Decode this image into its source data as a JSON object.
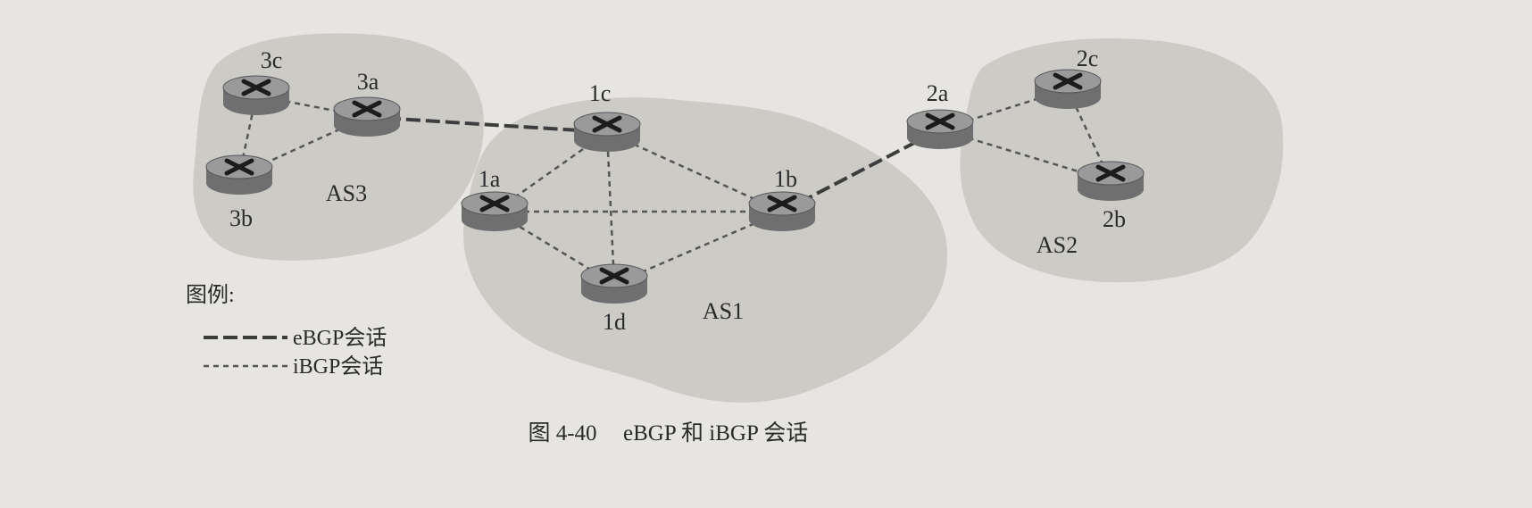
{
  "diagram": {
    "colors": {
      "background": "#e6e5e1",
      "as_region": "#cdcbc6",
      "router_body": "#6f6f6f",
      "router_top": "#9a9a9a",
      "ebgp_line": "#3d3d3d",
      "ibgp_line": "#555555"
    },
    "autonomous_systems": [
      {
        "id": "AS3",
        "label": "AS3"
      },
      {
        "id": "AS1",
        "label": "AS1"
      },
      {
        "id": "AS2",
        "label": "AS2"
      }
    ],
    "routers": [
      {
        "id": "3c",
        "label": "3c",
        "as": "AS3",
        "icon": "router-icon"
      },
      {
        "id": "3a",
        "label": "3a",
        "as": "AS3",
        "icon": "router-icon"
      },
      {
        "id": "3b",
        "label": "3b",
        "as": "AS3",
        "icon": "router-icon"
      },
      {
        "id": "1c",
        "label": "1c",
        "as": "AS1",
        "icon": "router-icon"
      },
      {
        "id": "1a",
        "label": "1a",
        "as": "AS1",
        "icon": "router-icon"
      },
      {
        "id": "1b",
        "label": "1b",
        "as": "AS1",
        "icon": "router-icon"
      },
      {
        "id": "1d",
        "label": "1d",
        "as": "AS1",
        "icon": "router-icon"
      },
      {
        "id": "2a",
        "label": "2a",
        "as": "AS2",
        "icon": "router-icon"
      },
      {
        "id": "2c",
        "label": "2c",
        "as": "AS2",
        "icon": "router-icon"
      },
      {
        "id": "2b",
        "label": "2b",
        "as": "AS2",
        "icon": "router-icon"
      }
    ],
    "sessions": [
      {
        "from": "3a",
        "to": "1c",
        "type": "eBGP"
      },
      {
        "from": "1b",
        "to": "2a",
        "type": "eBGP"
      },
      {
        "from": "3c",
        "to": "3a",
        "type": "iBGP"
      },
      {
        "from": "3c",
        "to": "3b",
        "type": "iBGP"
      },
      {
        "from": "3a",
        "to": "3b",
        "type": "iBGP"
      },
      {
        "from": "1c",
        "to": "1a",
        "type": "iBGP"
      },
      {
        "from": "1c",
        "to": "1b",
        "type": "iBGP"
      },
      {
        "from": "1c",
        "to": "1d",
        "type": "iBGP"
      },
      {
        "from": "1a",
        "to": "1b",
        "type": "iBGP"
      },
      {
        "from": "1a",
        "to": "1d",
        "type": "iBGP"
      },
      {
        "from": "1d",
        "to": "1b",
        "type": "iBGP"
      },
      {
        "from": "2a",
        "to": "2c",
        "type": "iBGP"
      },
      {
        "from": "2a",
        "to": "2b",
        "type": "iBGP"
      },
      {
        "from": "2c",
        "to": "2b",
        "type": "iBGP"
      }
    ]
  },
  "legend": {
    "title": "图例:",
    "ebgp_label": "eBGP会话",
    "ibgp_label": "iBGP会话"
  },
  "caption": {
    "figure_number": "图 4-40",
    "text": "eBGP 和 iBGP 会话"
  }
}
